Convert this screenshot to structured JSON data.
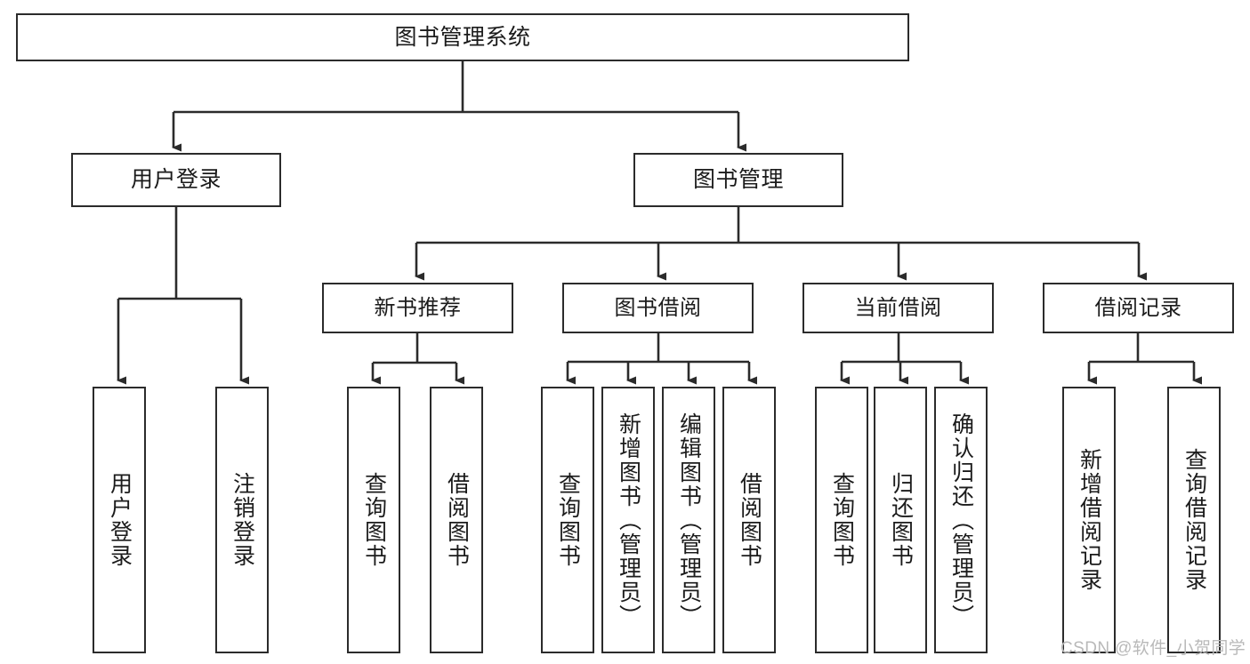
{
  "diagram": {
    "title": "图书管理系统",
    "type": "hierarchy-tree",
    "watermark": "CSDN @软件_小贺同学",
    "colors": {
      "stroke": "#2b2b2b",
      "fill": "#ffffff",
      "text": "#1b1b1b",
      "watermark": "#b9b9b9"
    }
  },
  "nodes": {
    "root": {
      "label": "图书管理系统"
    },
    "tier2": [
      {
        "label": "用户登录"
      },
      {
        "label": "图书管理"
      }
    ],
    "tier3": [
      {
        "label": "新书推荐"
      },
      {
        "label": "图书借阅"
      },
      {
        "label": "当前借阅"
      },
      {
        "label": "借阅记录"
      }
    ],
    "leaves": {
      "user_login": [
        {
          "label": "用户登录"
        },
        {
          "label": "注销登录"
        }
      ],
      "new_book_recommend": [
        {
          "label": "查询图书"
        },
        {
          "label": "借阅图书"
        }
      ],
      "book_borrow": [
        {
          "label": "查询图书"
        },
        {
          "label": "新增图书（管理员）"
        },
        {
          "label": "编辑图书（管理员）"
        },
        {
          "label": "借阅图书"
        }
      ],
      "current_borrow": [
        {
          "label": "查询图书"
        },
        {
          "label": "归还图书"
        },
        {
          "label": "确认归还（管理员）"
        }
      ],
      "borrow_record": [
        {
          "label": "新增借阅记录"
        },
        {
          "label": "查询借阅记录"
        }
      ]
    }
  }
}
